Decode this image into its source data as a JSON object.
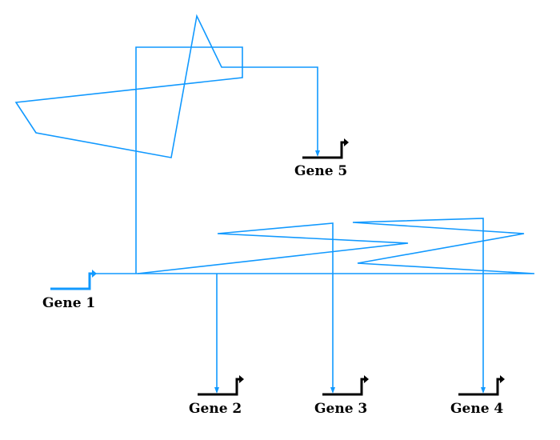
{
  "colors": {
    "edge": "#1199ff",
    "gene1": "#1199ff",
    "gene": "#000000"
  },
  "genes": [
    {
      "id": "gene1",
      "label": "Gene 1"
    },
    {
      "id": "gene2",
      "label": "Gene 2"
    },
    {
      "id": "gene3",
      "label": "Gene 3"
    },
    {
      "id": "gene4",
      "label": "Gene 4"
    },
    {
      "id": "gene5",
      "label": "Gene 5"
    }
  ]
}
